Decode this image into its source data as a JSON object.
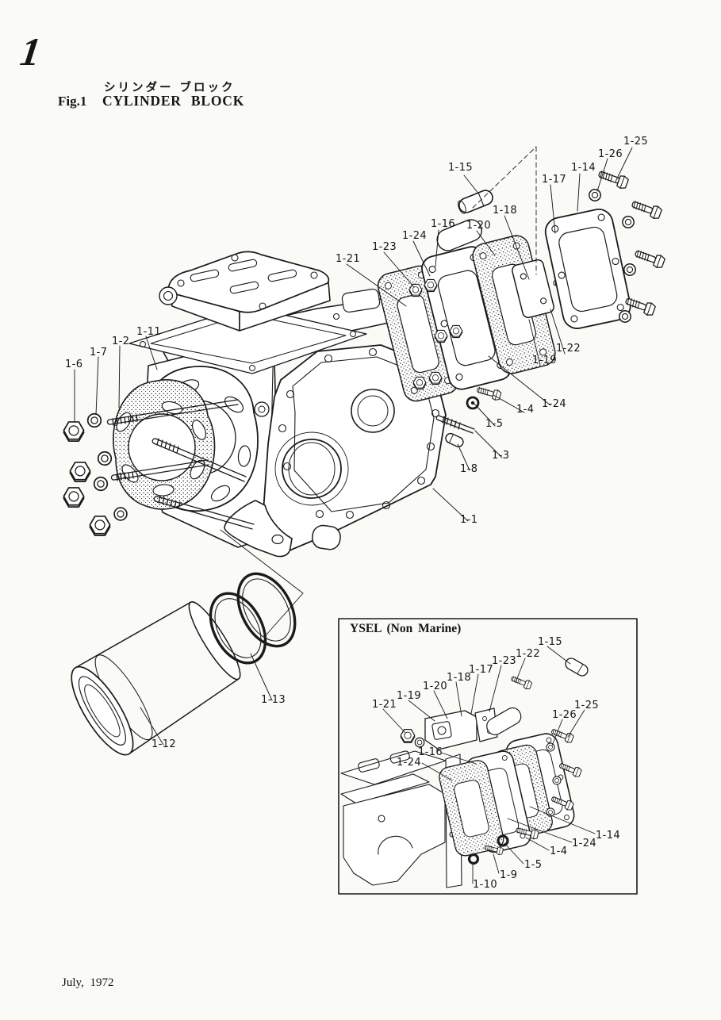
{
  "page": {
    "number": "1",
    "title_ja": "シリンダー ブロック",
    "fig_label": "Fig.1",
    "title_en": "CYLINDER BLOCK",
    "date": "July, 1972"
  },
  "figure": {
    "inset_title": "YSEL (Non Marine)",
    "ink_color": "#1b1b1b",
    "paper_color": "#fafaf6"
  },
  "callouts": {
    "main": [
      {
        "text": "1-15"
      },
      {
        "text": "1-25"
      },
      {
        "text": "1-26"
      },
      {
        "text": "1-14"
      },
      {
        "text": "1-17"
      },
      {
        "text": "1-18"
      },
      {
        "text": "1-20"
      },
      {
        "text": "1-16"
      },
      {
        "text": "1-24"
      },
      {
        "text": "1-23"
      },
      {
        "text": "1-21"
      },
      {
        "text": "1-11"
      },
      {
        "text": "1-2"
      },
      {
        "text": "1-7"
      },
      {
        "text": "1-6"
      },
      {
        "text": "1-22"
      },
      {
        "text": "1-19"
      },
      {
        "text": "1-24"
      },
      {
        "text": "1-4"
      },
      {
        "text": "1-5"
      },
      {
        "text": "1-3"
      },
      {
        "text": "1-8"
      },
      {
        "text": "1-1"
      },
      {
        "text": "1-13"
      },
      {
        "text": "1-12"
      }
    ],
    "inset": [
      {
        "text": "1-15"
      },
      {
        "text": "1-22"
      },
      {
        "text": "1-23"
      },
      {
        "text": "1-17"
      },
      {
        "text": "1-18"
      },
      {
        "text": "1-20"
      },
      {
        "text": "1-19"
      },
      {
        "text": "1-21"
      },
      {
        "text": "1-25"
      },
      {
        "text": "1-26"
      },
      {
        "text": "1-16"
      },
      {
        "text": "1-24"
      },
      {
        "text": "1-14"
      },
      {
        "text": "1-24"
      },
      {
        "text": "1-4"
      },
      {
        "text": "1-5"
      },
      {
        "text": "1-9"
      },
      {
        "text": "1-10"
      }
    ]
  }
}
